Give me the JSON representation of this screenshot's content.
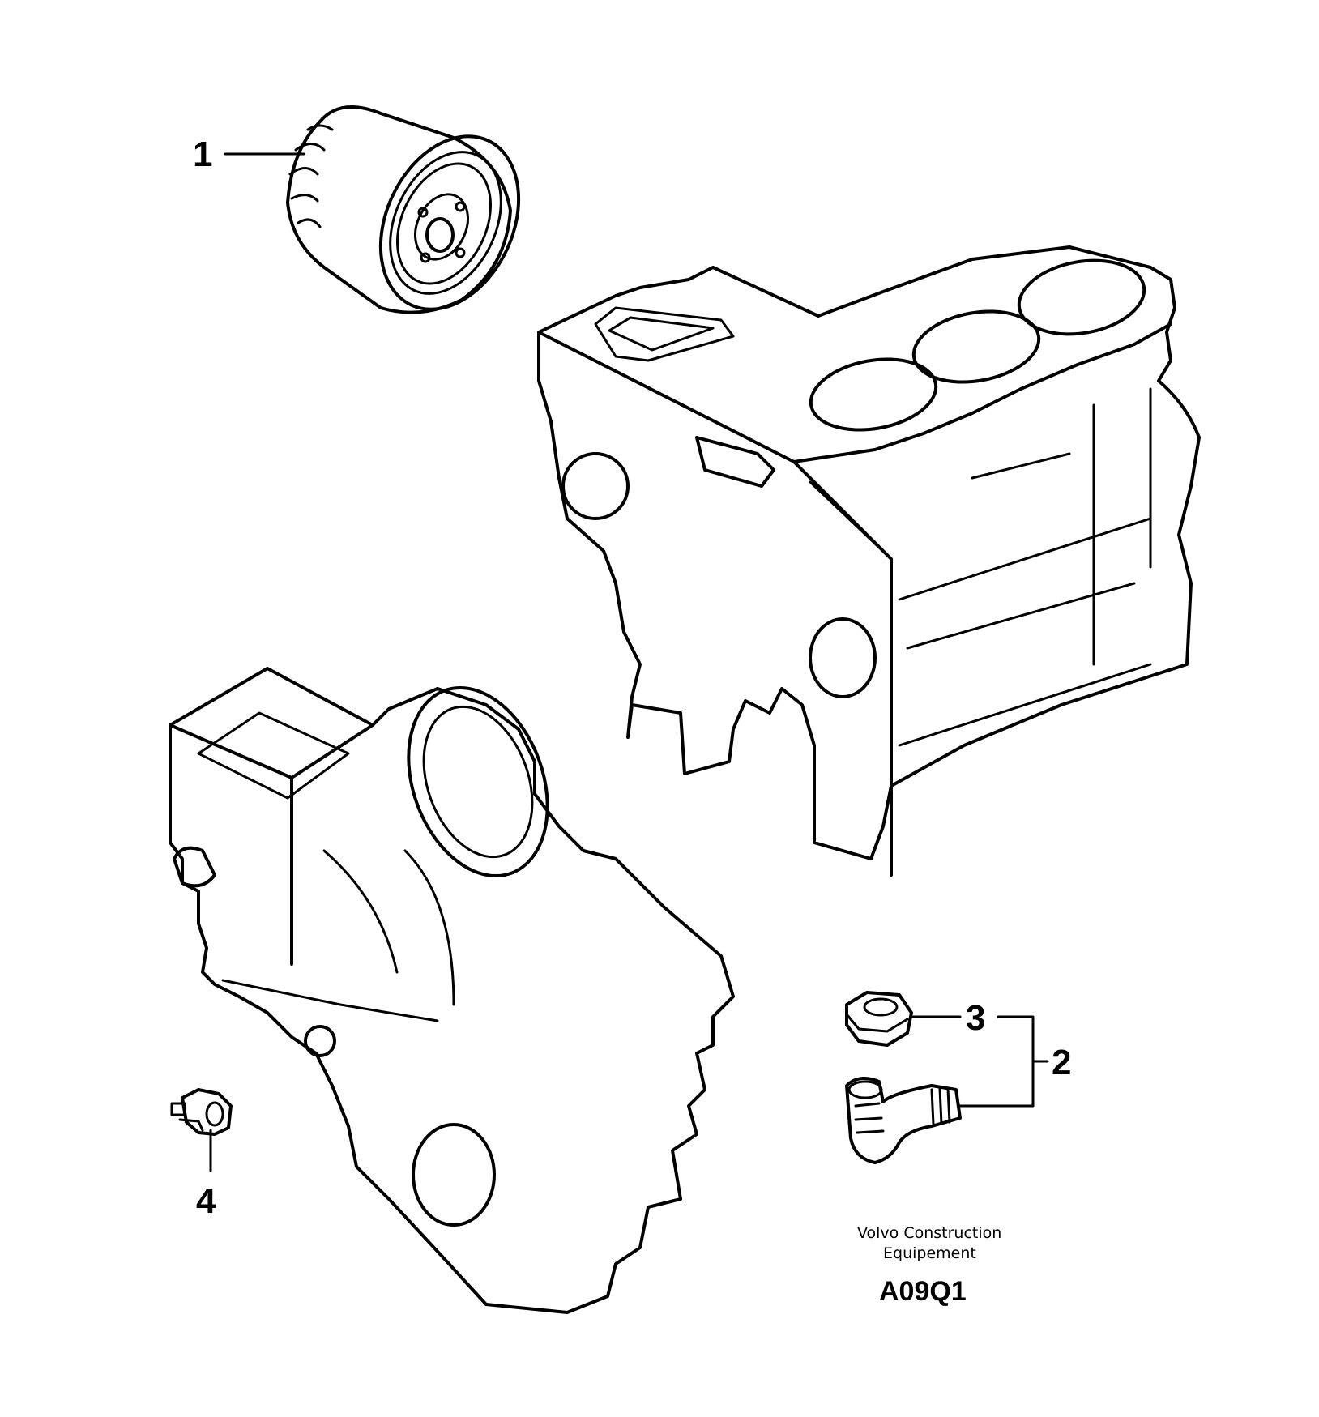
{
  "callouts": [
    {
      "id": "1",
      "label": "1"
    },
    {
      "id": "2",
      "label": "2"
    },
    {
      "id": "3",
      "label": "3"
    },
    {
      "id": "4",
      "label": "4"
    }
  ],
  "credit": {
    "line1": "Volvo Construction",
    "line2": "Equipement"
  },
  "figure_code": "A09Q1"
}
